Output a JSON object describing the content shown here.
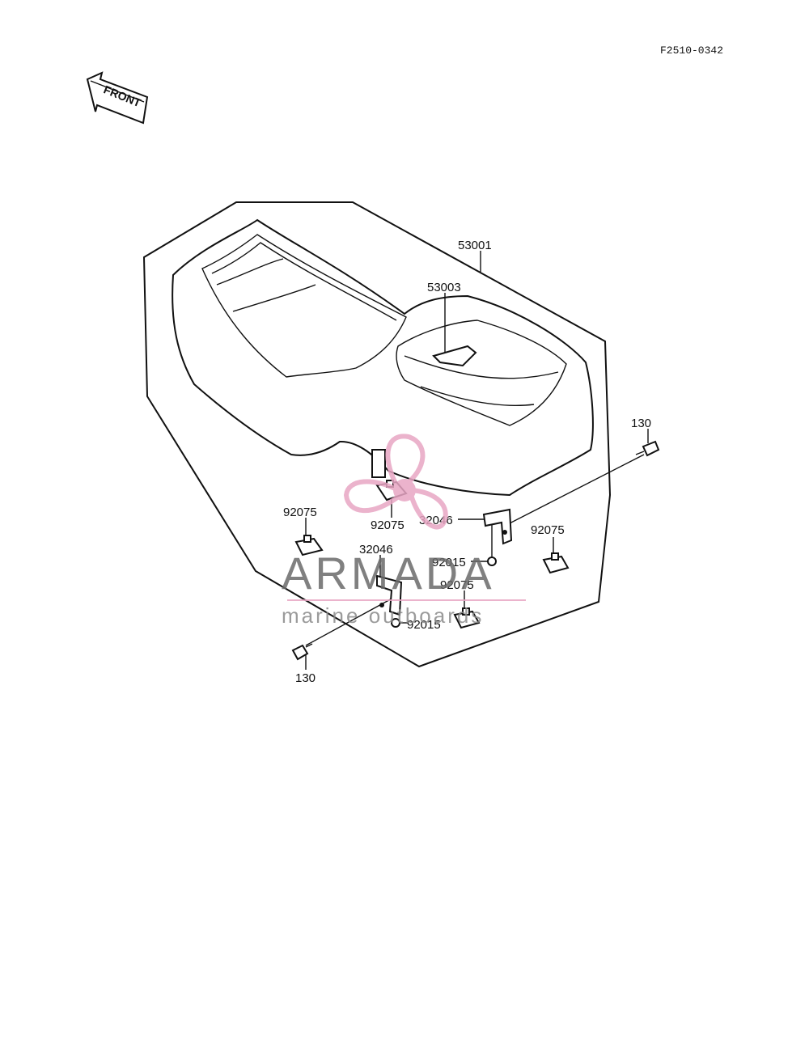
{
  "document_code": "F2510-0342",
  "front_arrow": {
    "label": "FRONT",
    "icon": "front-arrow-icon"
  },
  "parts": {
    "seat_assembly": "53001",
    "seat_emblem": "53003",
    "bolt_right": "130",
    "bolt_left": "130",
    "stopper_center": "92075",
    "stopper_left": "92075",
    "stopper_right": "92075",
    "stopper_lower": "92075",
    "bracket_right": "32046",
    "bracket_left": "32046",
    "nut_right": "92015",
    "nut_left": "92015"
  },
  "watermark": {
    "brand": "ARMADA",
    "tagline": "marine outboards",
    "logo_icon": "propeller-logo-icon",
    "colors": {
      "logo": "#e8a6c4",
      "text": "#6b6b6b",
      "rule": "#e8a6c4"
    }
  }
}
